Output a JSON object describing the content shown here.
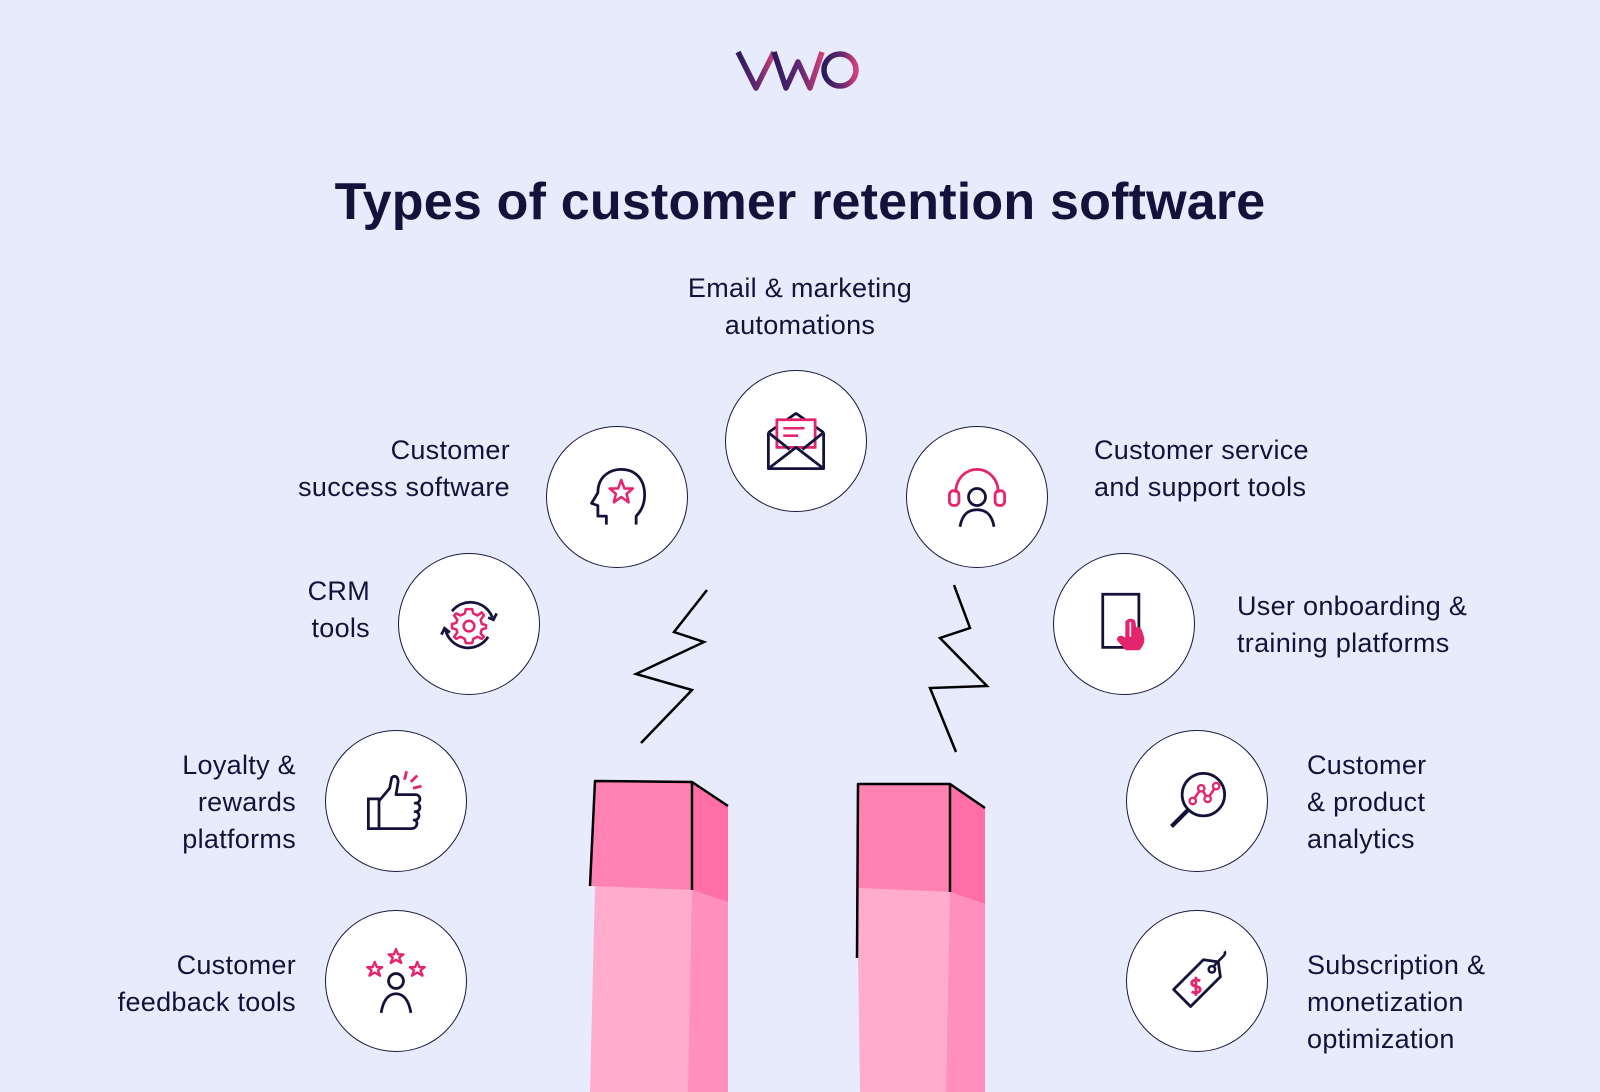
{
  "brand": {
    "logo_text": "VWO"
  },
  "title": "Types of customer retention software",
  "items": [
    {
      "key": "email",
      "lines": [
        "Email & marketing",
        "automations"
      ],
      "icon": "envelope-icon"
    },
    {
      "key": "success",
      "lines": [
        "Customer",
        "success software"
      ],
      "icon": "head-star-icon"
    },
    {
      "key": "service",
      "lines": [
        "Customer service",
        "and support tools"
      ],
      "icon": "headset-agent-icon"
    },
    {
      "key": "crm",
      "lines": [
        "CRM",
        "tools"
      ],
      "icon": "gear-cycle-icon"
    },
    {
      "key": "onboarding",
      "lines": [
        "User onboarding &",
        "training platforms"
      ],
      "icon": "tablet-tap-icon"
    },
    {
      "key": "loyalty",
      "lines": [
        "Loyalty &",
        "rewards",
        "platforms"
      ],
      "icon": "thumbs-up-icon"
    },
    {
      "key": "analytics",
      "lines": [
        "Customer",
        "& product",
        "analytics"
      ],
      "icon": "magnifier-chart-icon"
    },
    {
      "key": "feedback",
      "lines": [
        "Customer",
        "feedback tools"
      ],
      "icon": "person-stars-icon"
    },
    {
      "key": "subscription",
      "lines": [
        "Subscription &",
        "monetization",
        "optimization"
      ],
      "icon": "price-tag-icon"
    }
  ],
  "colors": {
    "background": "#e7ebfc",
    "navy": "#14123a",
    "accent": "#e5246e",
    "magnet_dark": "#ff82b2",
    "magnet_light": "#ffaccd"
  }
}
